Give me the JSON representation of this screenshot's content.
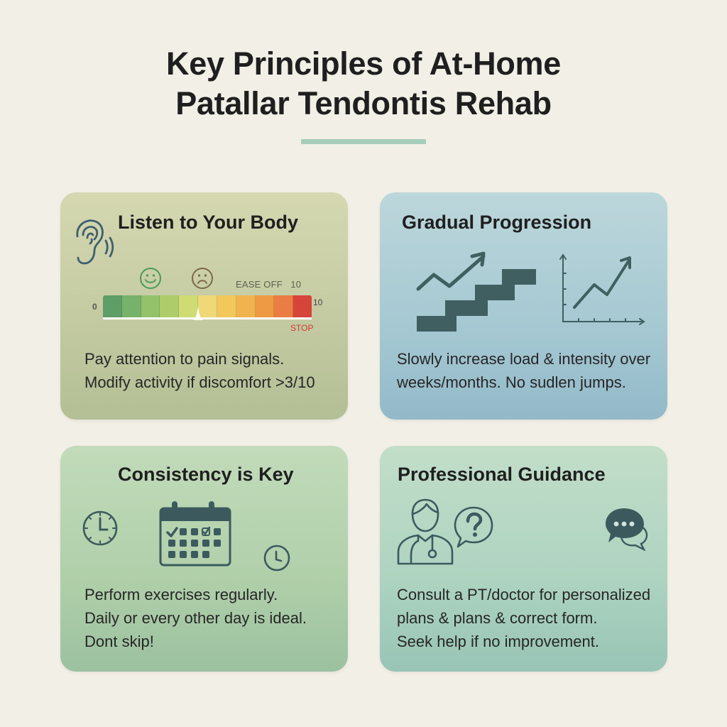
{
  "header": {
    "title_line1": "Key Principles of At-Home",
    "title_line2": "Patallar Tendontis Rehab",
    "underline_color": "#a6cdb9"
  },
  "cards": [
    {
      "title": "Listen to Your Body",
      "icons": [
        "ear-sound-icon",
        "smiley-face-icon",
        "frowning-face-icon"
      ],
      "pain_scale": {
        "min_label": "0",
        "max_label": "10",
        "ease_off_label": "EASE OFF",
        "ease_off_value": "10",
        "stop_label": "STOP",
        "segment_colors": [
          "#5f9e66",
          "#77b26a",
          "#93c26a",
          "#aecd6a",
          "#cfdc74",
          "#eed877",
          "#f2c85c",
          "#f1b34f",
          "#ee9a44",
          "#ea7d43",
          "#d6443a"
        ]
      },
      "body_lines": [
        "Pay attention to pain signals.",
        "Modify activity if discomfort >3/10"
      ]
    },
    {
      "title": "Gradual Progression",
      "icons": [
        "staircase-trend-arrow-icon",
        "line-chart-up-icon"
      ],
      "body_lines": [
        "Slowly increase load & intensity over",
        "weeks/months. No sudlen jumps."
      ]
    },
    {
      "title": "Consistency is Key",
      "icons": [
        "clock-icon",
        "calendar-check-icon",
        "small-clock-icon"
      ],
      "body_lines": [
        "Perform exercises regularly.",
        "Daily or every other day is ideal.",
        "Dont skip!"
      ]
    },
    {
      "title": "Professional Guidance",
      "icons": [
        "doctor-icon",
        "question-bubble-icon",
        "chat-bubbles-icon"
      ],
      "body_lines": [
        "Consult a PT/doctor for personalized",
        "plans & plans & correct form.",
        "Seek help if no improvement."
      ]
    }
  ],
  "colors": {
    "background": "#f2efe6",
    "icon_stroke": "#3f5f66",
    "icon_fill": "#3c5a5e",
    "stop_red": "#d03a34"
  }
}
